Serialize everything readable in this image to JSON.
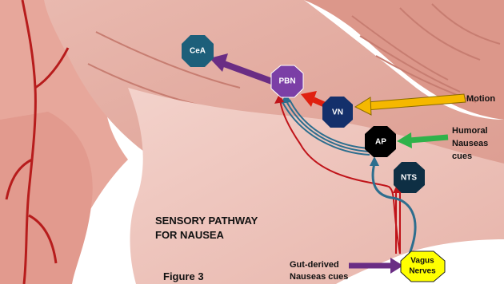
{
  "title_line1": "SENSORY PATHWAY",
  "title_line2": "FOR NAUSEA",
  "figure_label": "Figure 3",
  "nodes": {
    "cea": "CeA",
    "pbn": "PBN",
    "vn": "VN",
    "ap": "AP",
    "nts": "NTS",
    "vagus_line1": "Vagus",
    "vagus_line2": "Nerves"
  },
  "inputs": {
    "motion": "Motion",
    "humoral_line1": "Humoral",
    "humoral_line2": "Nauseas",
    "humoral_line3": "cues",
    "gut_line1": "Gut-derived",
    "gut_line2": "Nauseas cues"
  },
  "colors": {
    "cea": "#1d5f7a",
    "pbn": "#7b3fa6",
    "vn": "#14306b",
    "ap": "#000000",
    "nts": "#0e2f44",
    "vagus": "#ffff00",
    "arrow_purple": "#6a2d84",
    "arrow_red": "#e0200f",
    "arrow_yellow": "#f5b800",
    "arrow_green": "#2fb24a",
    "path_blue": "#2d6e8e",
    "path_red": "#c0141a"
  }
}
